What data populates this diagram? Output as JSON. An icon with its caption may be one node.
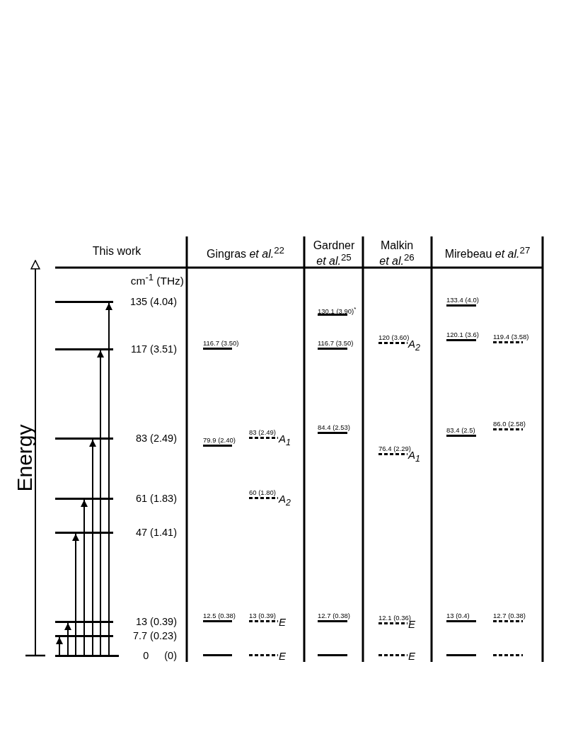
{
  "diagram": {
    "nodes": [
      {
        "text": [
          "135 (4.04)"
        ]
      },
      {
        "text": [
          "117 (3.51)"
        ]
      },
      {
        "text": [
          "83 (2.49)"
        ]
      },
      {
        "text": [
          "61 (1.83)"
        ]
      },
      {
        "text": [
          "47 (1.41)"
        ]
      },
      {
        "text": [
          "13 (0.39)"
        ]
      },
      {
        "text": [
          "7.7 (0.23)"
        ]
      },
      {
        "text": [
          "0 (0)"
        ]
      },
      {
        "text": [
          "116.7 (3.50)"
        ]
      },
      {
        "text": [
          "83 (2.49)",
          "A$_{1}$"
        ]
      },
      {
        "text": [
          "79.9 (2.40)"
        ]
      },
      {
        "text": [
          "60 (1.80)",
          "A$_{2}$"
        ]
      },
      {
        "text": [
          "12.5 (0.38)"
        ]
      },
      {
        "text": [
          "13 (0.39)",
          "E"
        ]
      },
      {
        "text": [],
        "shape": "bar"
      },
      {
        "text": [
          "E"
        ]
      },
      {
        "text": [
          "130.1 (3.90)$^{*}$"
        ]
      },
      {
        "text": [
          "116.7 (3.50)"
        ]
      },
      {
        "text": [
          "84.4 (2.53)"
        ]
      },
      {
        "text": [
          "12.7 (0.38)"
        ]
      },
      {
        "text": [],
        "shape": "bar"
      },
      {
        "text": [
          "120 (3.60)",
          "A$_{2}$"
        ]
      },
      {
        "text": [
          "76.4 (2.29)",
          "A$_{1}$"
        ]
      },
      {
        "text": [
          "12.1 (0.36)",
          "E"
        ]
      },
      {
        "text": [
          "E"
        ]
      },
      {
        "text": [
          "133.4 (4.0)"
        ]
      },
      {
        "text": [
          "120.1 (3.6)"
        ]
      },
      {
        "text": [
          "119.4 (3.58)"
        ]
      },
      {
        "text": [
          "86.0 (2.58)"
        ]
      },
      {
        "text": [
          "83.4 (2.5)"
        ]
      },
      {
        "text": [
          "13 (0.4)"
        ]
      },
      {
        "text": [
          "12.7 (0.38)"
        ]
      },
      {
        "text": [],
        "shape": "bar"
      },
      {
        "text": [],
        "shape": "bar"
      }
    ],
    "edges": [
      {
        "from": 7,
        "to": 6,
        "arrow": "to"
      },
      {
        "from": 7,
        "to": 5,
        "arrow": "to"
      },
      {
        "from": 7,
        "to": 4,
        "arrow": "to"
      },
      {
        "from": 7,
        "to": 3,
        "arrow": "to"
      },
      {
        "from": 7,
        "to": 2,
        "arrow": "to"
      },
      {
        "from": 7,
        "to": 1,
        "arrow": "to"
      },
      {
        "from": 7,
        "to": 0,
        "arrow": "to"
      }
    ],
    "labels": [
      "This work",
      "Gingras *et al.*$^{22}$",
      "Gardner *et al.*$^{25}$",
      "Malkin *et al.*$^{26}$",
      "Mirebeau *et al.*$^{27}$",
      "cm$^{-1}$ (THz)",
      "Energy"
    ]
  }
}
